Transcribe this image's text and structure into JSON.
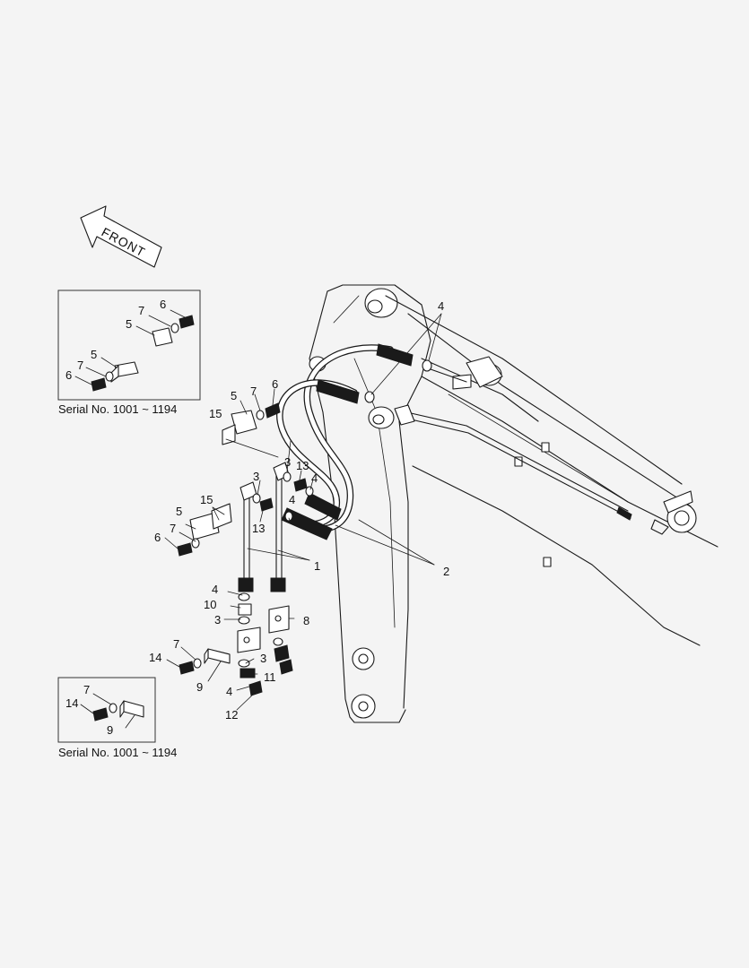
{
  "direction_label": "FRONT",
  "insets": [
    {
      "caption": "Serial No. 1001 ~ 1194",
      "callouts": [
        "6",
        "7",
        "5",
        "5",
        "7",
        "6"
      ]
    },
    {
      "caption": "Serial No. 1001 ~ 1194",
      "callouts": [
        "7",
        "14",
        "9"
      ]
    }
  ],
  "callouts": {
    "c4_top": "4",
    "c6_upper": "6",
    "c7_upper": "7",
    "c5_upper": "5",
    "c15_upper": "15",
    "c3_upper_left": "3",
    "c3_upper_right": "3",
    "c13_upper": "13",
    "c4_upper": "4",
    "c4_mid": "4",
    "c13_lower": "13",
    "c15_lower": "15",
    "c5_lower": "5",
    "c7_lower": "7",
    "c6_lower": "6",
    "c1": "1",
    "c2": "2",
    "c4_left": "4",
    "c10": "10",
    "c3_left": "3",
    "c8": "8",
    "c7_bottom": "7",
    "c14": "14",
    "c3_bottom": "3",
    "c11": "11",
    "c9": "9",
    "c4_bottom": "4",
    "c12": "12"
  },
  "colors": {
    "background": "#f4f4f4",
    "line": "#1a1a1a"
  }
}
